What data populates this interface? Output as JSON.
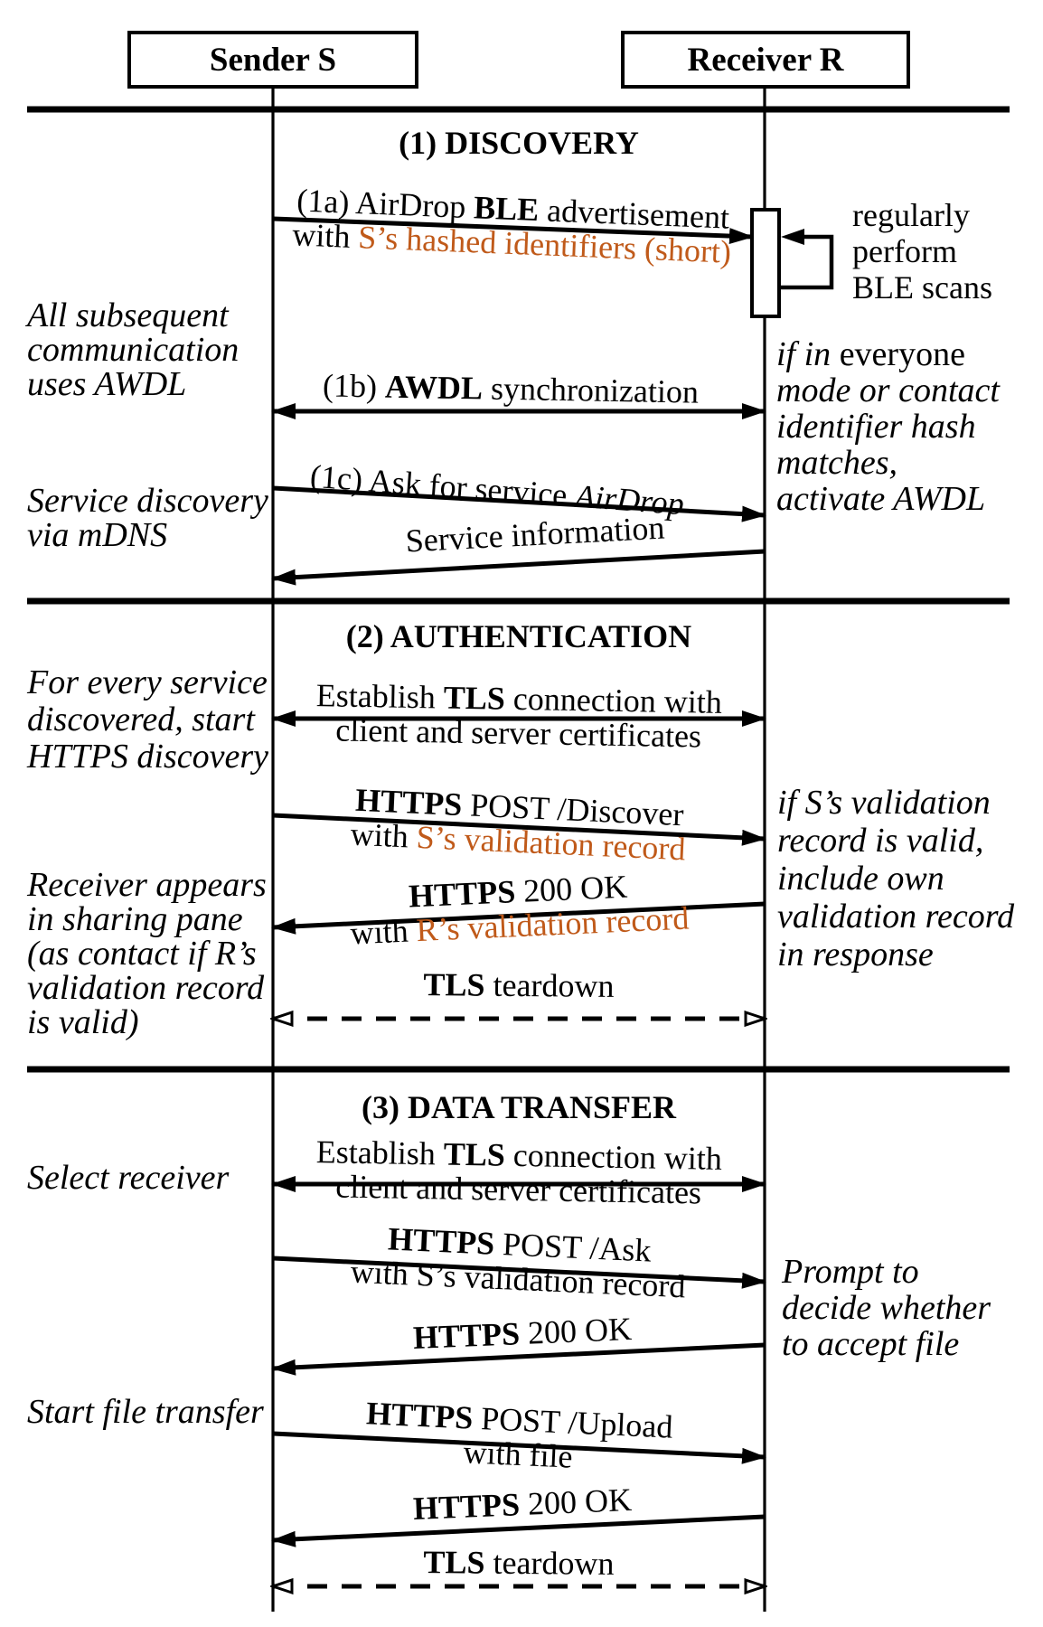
{
  "colors": {
    "highlight": "#c05a1a",
    "ink": "#000000"
  },
  "participants": {
    "sender": "Sender S",
    "receiver": "Receiver R"
  },
  "phase_titles": {
    "p1": "(1) DISCOVERY",
    "p2": "(2) AUTHENTICATION",
    "p3": "(3) DATA TRANSFER"
  },
  "messages": {
    "ble_adv": {
      "a": "(1a) AirDrop ",
      "b": "BLE",
      "c": " advertisement",
      "d": "with ",
      "e": "S’s hashed identifiers (short)"
    },
    "awdl_sync": {
      "a": "(1b) ",
      "b": "AWDL",
      "c": " synchronization"
    },
    "ask_service": {
      "a": "(1c) Ask for service ",
      "i": "AirDrop"
    },
    "service_info": {
      "a": "Service information"
    },
    "tls_auth": {
      "a": "Establish ",
      "b": "TLS",
      "c": " connection with",
      "d": "client and server certificates"
    },
    "post_discover": {
      "b": "HTTPS",
      "c": " POST /Discover",
      "d": "with ",
      "e": "S’s validation record"
    },
    "ok_discover": {
      "b": "HTTPS",
      "c": " 200 OK",
      "d": "with ",
      "e": "R’s validation record"
    },
    "teardown_auth": {
      "b": "TLS",
      "c": " teardown"
    },
    "tls_data": {
      "a": "Establish ",
      "b": "TLS",
      "c": " connection with",
      "d": "client and server certificates"
    },
    "post_ask": {
      "b": "HTTPS",
      "c": " POST /Ask",
      "d": "with S’s validation record"
    },
    "ok_ask": {
      "b": "HTTPS",
      "c": " 200 OK"
    },
    "post_upload": {
      "b": "HTTPS",
      "c": " POST /Upload",
      "d": "with file"
    },
    "ok_upload": {
      "b": "HTTPS",
      "c": " 200 OK"
    },
    "teardown_data": {
      "b": "TLS",
      "c": " teardown"
    }
  },
  "notes": {
    "left_awdl": [
      "All subsequent",
      "communication",
      "uses AWDL"
    ],
    "left_mdns": [
      "Service discovery",
      "via mDNS"
    ],
    "left_https": [
      "For every service",
      "discovered, start",
      "HTTPS discovery"
    ],
    "left_pane": [
      "Receiver appears",
      "in sharing pane",
      "(as contact if R’s",
      "validation record",
      "is valid)"
    ],
    "left_select": [
      "Select receiver"
    ],
    "left_start": [
      "Start file transfer"
    ],
    "right_ble": [
      "regularly",
      "perform",
      "BLE scans"
    ],
    "right_awdl": {
      "i1": "if in ",
      "r1": "everyone",
      "rest": [
        "mode or contact",
        "identifier hash",
        "matches,",
        "activate AWDL"
      ]
    },
    "right_valid": [
      "if S’s validation",
      "record is valid,",
      "include own",
      "validation record",
      "in response"
    ],
    "right_prompt": [
      "Prompt to",
      "decide whether",
      "to accept file"
    ]
  }
}
